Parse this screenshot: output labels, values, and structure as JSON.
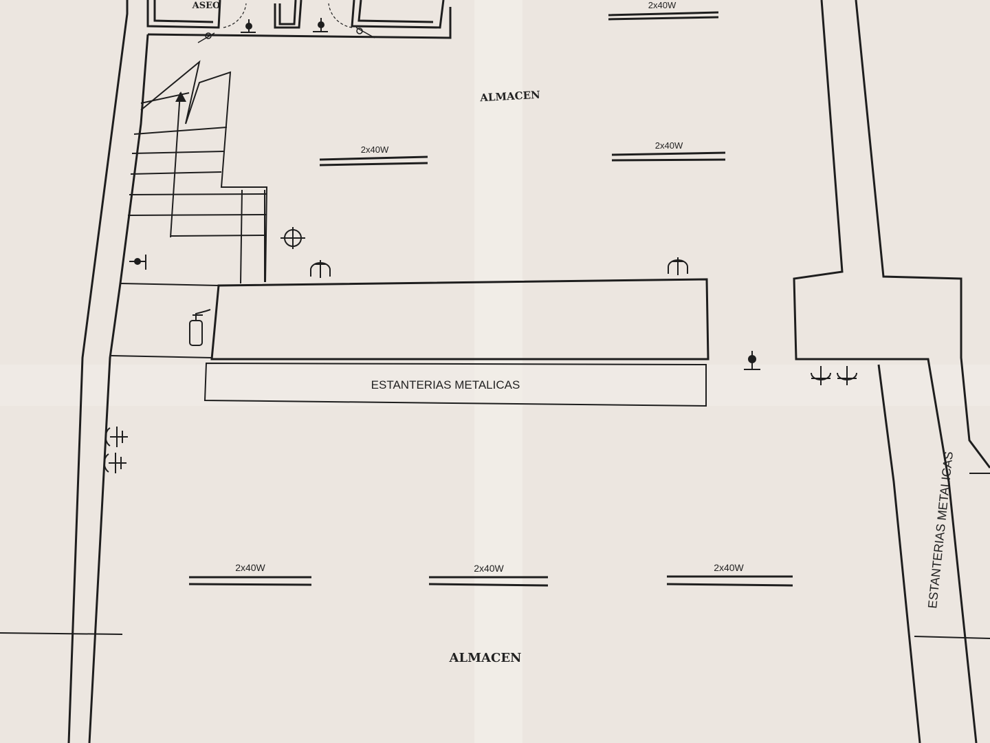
{
  "colors": {
    "paper": "#ece6e0",
    "ink": "#1e1e1e"
  },
  "rooms": {
    "aseo": "ASEO",
    "almacen_top": "ALMACEN",
    "almacen_bottom": "ALMACEN"
  },
  "shelving": {
    "horizontal": "ESTANTERIAS  METALICAS",
    "vertical": "ESTANTERIAS METALICAS"
  },
  "fixtures": [
    {
      "label": "2x40W"
    },
    {
      "label": "2x40W"
    },
    {
      "label": "2x40W"
    },
    {
      "label": "2x40W"
    },
    {
      "label": "2x40W"
    },
    {
      "label": "2x40W"
    }
  ],
  "icons": [
    "extinguisher-icon",
    "emergency-light-icon",
    "socket-icon",
    "light-point-icon",
    "switch-icon"
  ]
}
